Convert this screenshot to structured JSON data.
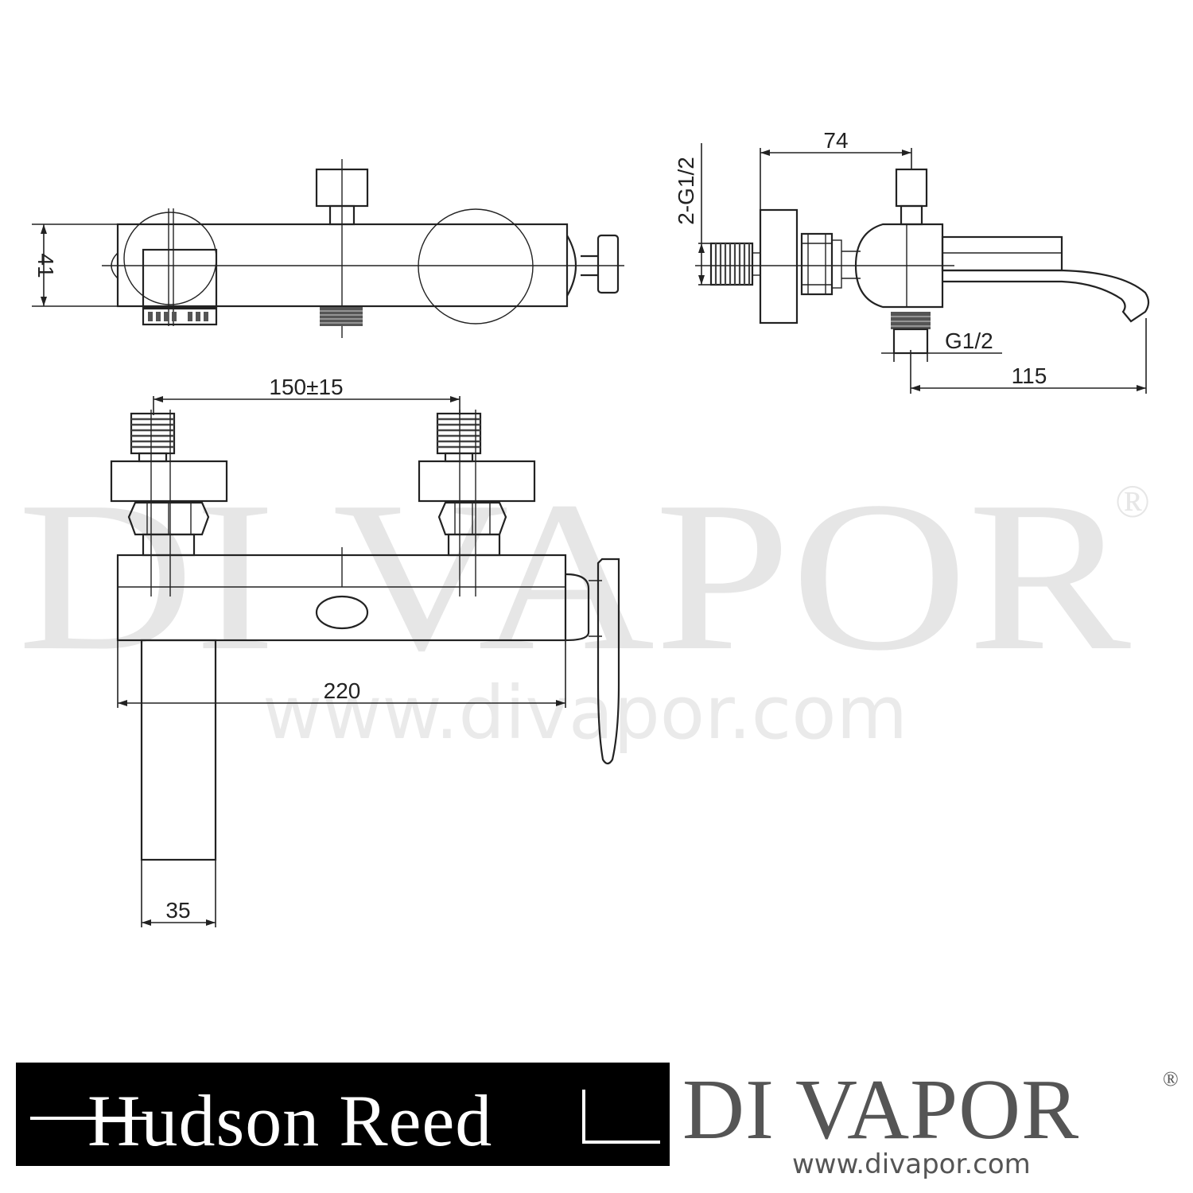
{
  "watermark": {
    "brand": "DI VAPOR",
    "registered": "®",
    "url": "www.divapor.com"
  },
  "dimensions": {
    "height": "41",
    "depth": "74",
    "inlet_thread": "2-G1/2",
    "outlet_thread": "G1/2",
    "spout_reach": "115",
    "centres": "150±15",
    "length": "220",
    "handle_width": "35"
  },
  "footer": {
    "left_brand": "Hudson Reed",
    "right_brand": "DI VAPOR",
    "right_registered": "®",
    "right_url": "www.divapor.com"
  }
}
